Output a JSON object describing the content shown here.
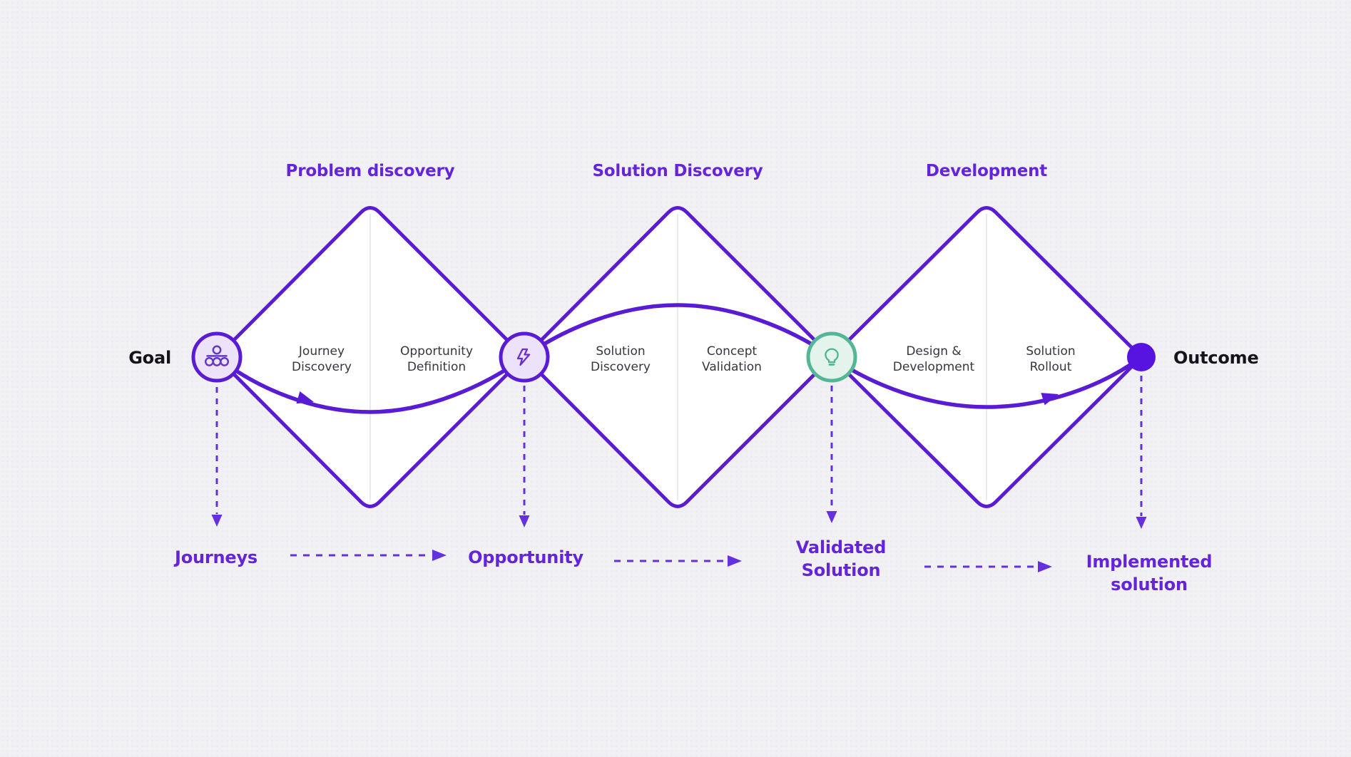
{
  "colors": {
    "line_purple": "#5a1bd4",
    "text_purple": "#6424dc",
    "connector_purple": "#6530e0",
    "green": "#53b795",
    "green_fill": "#e4f3ec",
    "lavender_fill": "#ece3fa",
    "end_node_fill": "#5713e0",
    "diamond_fill": "#ffffff",
    "dark_text": "#14141b",
    "label_text": "#36363f",
    "background": "#f1f1f4"
  },
  "endpoints": {
    "start": "Goal",
    "end": "Outcome"
  },
  "phases": [
    {
      "title": "Problem discovery",
      "halves": [
        [
          "Journey",
          "Discovery"
        ],
        [
          "Opportunity",
          "Definition"
        ]
      ]
    },
    {
      "title": "Solution Discovery",
      "halves": [
        [
          "Solution",
          "Discovery"
        ],
        [
          "Concept",
          "Validation"
        ]
      ]
    },
    {
      "title": "Development",
      "halves": [
        [
          "Design &",
          "Development"
        ],
        [
          "Solution",
          "Rollout"
        ]
      ]
    }
  ],
  "milestones": [
    {
      "lines": [
        "Journeys",
        ""
      ]
    },
    {
      "lines": [
        "Opportunity",
        ""
      ]
    },
    {
      "lines": [
        "Validated",
        "Solution"
      ]
    },
    {
      "lines": [
        "Implemented",
        "solution"
      ]
    }
  ],
  "nodes": [
    {
      "icon": "journey-icon"
    },
    {
      "icon": "bolt-icon"
    },
    {
      "icon": "bulb-icon"
    },
    {
      "icon": "filled-dot"
    }
  ]
}
